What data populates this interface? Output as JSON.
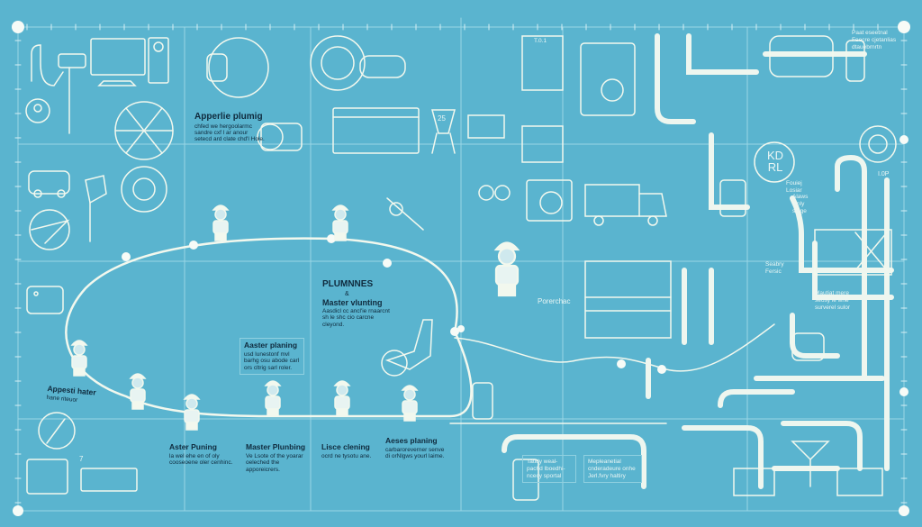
{
  "colors": {
    "background": "#5ab4cf",
    "line": "#f2f8ee",
    "text": "#0f2a3d"
  },
  "blocks": [
    {
      "heading": "Apperlie plumig",
      "body": "chfed we hergoolarmc sandre cxf l ar anour setecd ard clate chd'l Hole."
    },
    {
      "heading": "PLUMNNES",
      "sub": "&",
      "heading2": "Master vlunting",
      "body": "Aasdicl cc ancl'ie rnaarcnt sh le shc cio carcne cleyond."
    },
    {
      "heading": "Aaster planing",
      "body": "usd lunestonf mvl barhg osu abode carl ors cltrig sarl roler."
    },
    {
      "heading": "Appesti hater",
      "body": "hane riteuor"
    },
    {
      "heading": "Aster Puning",
      "body": "la wel ehe en of oly cooseoene oler cenhinc."
    },
    {
      "heading": "Master Plunbing",
      "body": "Ve Lsote of the yoarar oeleched the apporeicrers."
    },
    {
      "heading": "Lisce clening",
      "body": "ocrd ne tysotu ane."
    },
    {
      "heading": "Aeses planing",
      "body": "carbaroreverner senve di orNlgws yourl laime."
    }
  ],
  "labels": {
    "porerchac": "Porerchac",
    "top_right_note": "Paat eseetnal Feecre cjetanlias dtauebrnrtn",
    "kdrl": "KD RL",
    "loop": "I.0P",
    "note_a": "Fouiej Losiar",
    "note_b": "Alaws lenly stoge",
    "note_c": "Seabry Fersic",
    "note_d": "Mautiat mere seosy le wne surverel sulor",
    "bottom_note_1": "Tatidy weal-pachd lboedhi-ncecy sportal",
    "bottom_note_2": "Mepleanetial cnderadeure onhe Jerl.fvry haltiry",
    "tag_t01": "T.0.1",
    "meter_25": "25",
    "num_7": "7"
  }
}
